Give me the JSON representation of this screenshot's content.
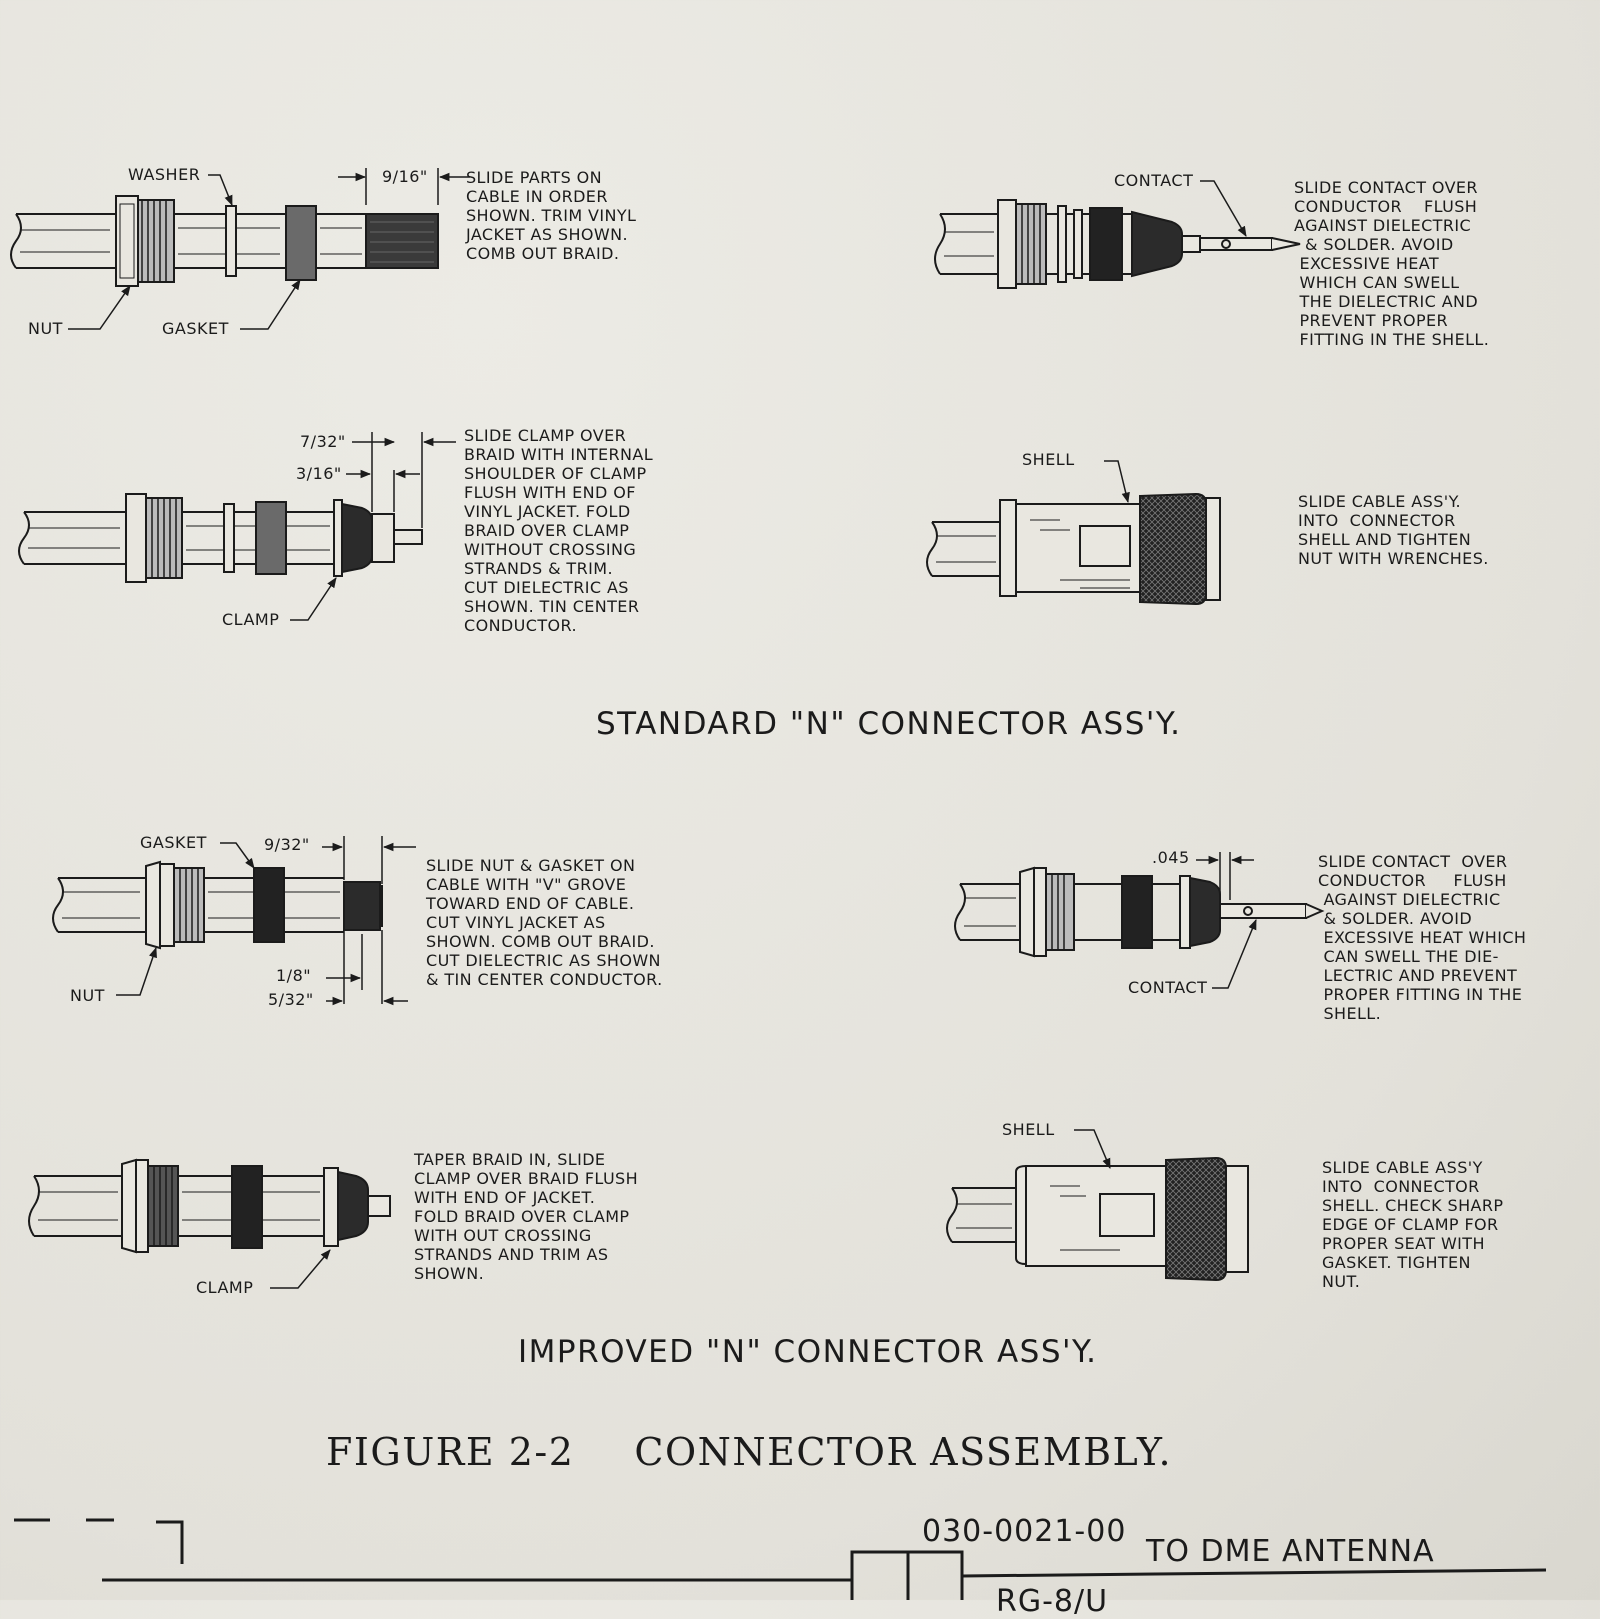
{
  "standard": {
    "title": "STANDARD \"N\" CONNECTOR ASS'Y.",
    "step1": {
      "labels": {
        "washer": "WASHER",
        "nut": "NUT",
        "gasket": "GASKET",
        "dim": "9/16\""
      },
      "note": "SLIDE PARTS ON\nCABLE IN ORDER\nSHOWN. TRIM VINYL\nJACKET AS SHOWN.\nCOMB OUT BRAID."
    },
    "step2": {
      "labels": {
        "dim1": "7/32\"",
        "dim2": "3/16\"",
        "clamp": "CLAMP"
      },
      "note": "SLIDE CLAMP OVER\nBRAID WITH INTERNAL\nSHOULDER OF CLAMP\nFLUSH WITH END OF\nVINYL JACKET. FOLD\nBRAID OVER CLAMP\nWITHOUT CROSSING\nSTRANDS & TRIM.\nCUT DIELECTRIC AS\nSHOWN. TIN CENTER\nCONDUCTOR."
    },
    "step3": {
      "labels": {
        "contact": "CONTACT"
      },
      "note": "SLIDE CONTACT OVER\nCONDUCTOR    FLUSH\nAGAINST DIELECTRIC\n  & SOLDER. AVOID\n EXCESSIVE HEAT\n WHICH CAN SWELL\n THE DIELECTRIC AND\n PREVENT PROPER\n FITTING IN THE SHELL."
    },
    "step4": {
      "labels": {
        "shell": "SHELL"
      },
      "note": "SLIDE CABLE ASS'Y.\nINTO  CONNECTOR\nSHELL AND TIGHTEN\nNUT WITH WRENCHES."
    }
  },
  "improved": {
    "title": "IMPROVED \"N\" CONNECTOR ASS'Y.",
    "step1": {
      "labels": {
        "gasket": "GASKET",
        "dim1": "9/32\"",
        "nut": "NUT",
        "dim2": "1/8\"",
        "dim3": "5/32\""
      },
      "note": "SLIDE NUT & GASKET ON\nCABLE WITH \"V\" GROVE\nTOWARD END OF CABLE.\nCUT VINYL JACKET AS\nSHOWN. COMB OUT BRAID.\nCUT DIELECTRIC AS SHOWN\n& TIN CENTER CONDUCTOR."
    },
    "step2": {
      "labels": {
        "clamp": "CLAMP"
      },
      "note": "TAPER BRAID IN, SLIDE\nCLAMP OVER BRAID FLUSH\nWITH END OF JACKET.\nFOLD BRAID OVER CLAMP\nWITH OUT CROSSING\nSTRANDS AND TRIM AS\nSHOWN."
    },
    "step3": {
      "labels": {
        "dim": ".045",
        "contact": "CONTACT"
      },
      "note": "SLIDE CONTACT  OVER\nCONDUCTOR     FLUSH\n AGAINST DIELECTRIC\n & SOLDER. AVOID\n EXCESSIVE HEAT WHICH\n CAN SWELL THE DIE-\n LECTRIC AND PREVENT\n PROPER FITTING IN THE\n SHELL."
    },
    "step4": {
      "labels": {
        "shell": "SHELL"
      },
      "note": "SLIDE CABLE ASS'Y\nINTO  CONNECTOR\nSHELL. CHECK SHARP\nEDGE OF CLAMP FOR\nPROPER SEAT WITH\nGASKET. TIGHTEN\nNUT."
    }
  },
  "figure": {
    "number": "FIGURE 2-2",
    "caption": "CONNECTOR ASSEMBLY."
  },
  "schematic": {
    "part_number": "030-0021-00",
    "destination": "TO DME ANTENNA",
    "cable": "RG-8/U"
  }
}
